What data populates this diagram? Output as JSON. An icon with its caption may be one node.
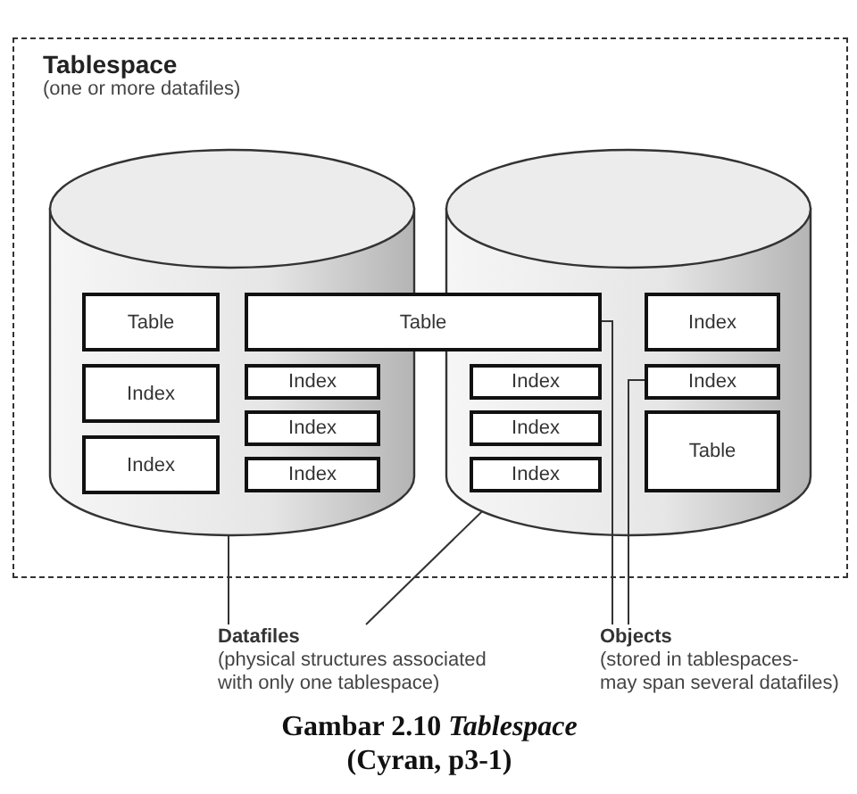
{
  "diagram": {
    "caption": "Gambar 2.10 *Tablespace* (Cyran, p3-1)",
    "nodes": [
      {
        "text": [
          "Tablespace",
          "(one or more datafiles)"
        ]
      },
      {
        "text": [],
        "shape": "cylinder",
        "in": 0
      },
      {
        "text": [
          "Table"
        ],
        "in": 1
      },
      {
        "text": [
          "Index"
        ],
        "in": 1
      },
      {
        "text": [
          "Index"
        ],
        "in": 1
      },
      {
        "text": [
          "Index"
        ],
        "in": 1
      },
      {
        "text": [
          "Index"
        ],
        "in": 1
      },
      {
        "text": [
          "Index"
        ],
        "in": 1
      },
      {
        "text": [],
        "shape": "cylinder",
        "in": 0
      },
      {
        "text": [
          "Index"
        ],
        "in": 8
      },
      {
        "text": [
          "Index"
        ],
        "in": 8
      },
      {
        "text": [
          "Index"
        ],
        "in": 8
      },
      {
        "text": [
          "Index"
        ],
        "in": 8
      },
      {
        "text": [
          "Index"
        ],
        "in": 8
      },
      {
        "text": [
          "Table"
        ],
        "in": 8
      },
      {
        "text": [
          "Table"
        ],
        "in": 0
      },
      {
        "text": [
          "Datafiles",
          "(physical structures associated with only one tablespace)"
        ]
      },
      {
        "text": [
          "Objects",
          "(stored in tablespaces- may span several datafiles)"
        ]
      }
    ],
    "edges": [
      {
        "from": 16,
        "to": 1,
        "arrow": "none"
      },
      {
        "from": 16,
        "to": 8,
        "arrow": "none"
      },
      {
        "from": 17,
        "to": 15,
        "arrow": "none"
      },
      {
        "from": 17,
        "to": 13,
        "arrow": "none"
      }
    ]
  }
}
